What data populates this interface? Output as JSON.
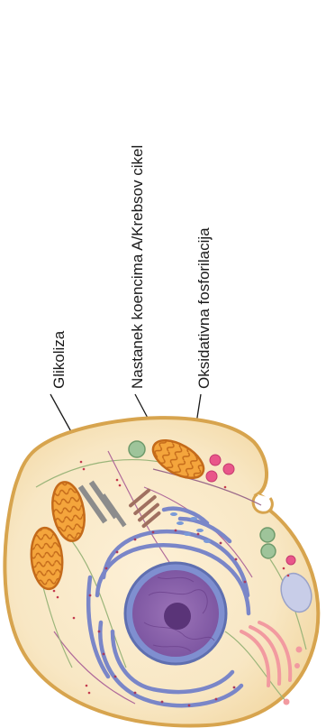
{
  "labels": {
    "glycolysis": "Glikoliza",
    "krebs": "Nastanek koencima A/Krebsov cikel",
    "oxphos": "Oksidativna fosforilacija"
  },
  "colors": {
    "cytoplasm": "#f8e7c4",
    "membrane": "#d7a44e",
    "mitochondria": "#e58b2e",
    "nucleus": "#8a5fa8",
    "nucleus_envelope": "#6f7fc0",
    "er": "#7a86c8",
    "golgi": "#f29aa0",
    "lysosome": "#e9568a",
    "vesicle": "#9ec49a",
    "vacuole": "#c8cde8"
  },
  "icons": [
    "arrow-icon",
    "mitochondrion-icon",
    "nucleus-icon",
    "golgi-icon",
    "centriole-icon"
  ]
}
